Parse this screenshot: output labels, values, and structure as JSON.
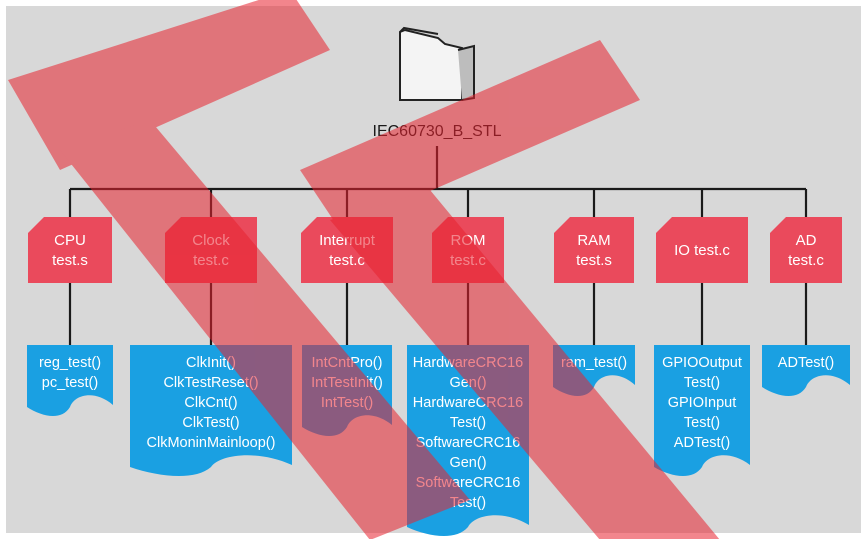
{
  "root": {
    "label": "IEC60730_B_STL",
    "icon": "folder-icon"
  },
  "colors": {
    "background": "#d8d8d8",
    "file_box": "#ea4a5c",
    "function_box": "#1aa0e2",
    "line": "#1a1a1a",
    "watermark": "#e8232f"
  },
  "modules": [
    {
      "file_lines": [
        "CPU",
        "test.s"
      ],
      "functions": [
        "reg_test()",
        "pc_test()"
      ]
    },
    {
      "file_lines": [
        "Clock",
        "test.c"
      ],
      "functions": [
        "ClkInit()",
        "ClkTestReset()",
        "ClkCnt()",
        "ClkTest()",
        "ClkMoninMainloop()"
      ]
    },
    {
      "file_lines": [
        "Interrupt",
        "test.c"
      ],
      "functions": [
        "IntCntPro()",
        "IntTestInit()",
        "IntTest()"
      ]
    },
    {
      "file_lines": [
        "ROM",
        "test.c"
      ],
      "functions": [
        "HardwareCRC16",
        "Gen()",
        "HardwareCRC16",
        "Test()",
        "SoftwareCRC16",
        "Gen()",
        "SoftwareCRC16",
        "Test()"
      ]
    },
    {
      "file_lines": [
        "RAM",
        "test.s"
      ],
      "functions": [
        "ram_test()"
      ]
    },
    {
      "file_lines": [
        "IO test.c"
      ],
      "functions": [
        "GPIOOutput",
        "Test()",
        "GPIOInput",
        "Test()",
        "ADTest()"
      ]
    },
    {
      "file_lines": [
        "AD",
        "test.c"
      ],
      "functions": [
        "ADTest()"
      ]
    }
  ]
}
